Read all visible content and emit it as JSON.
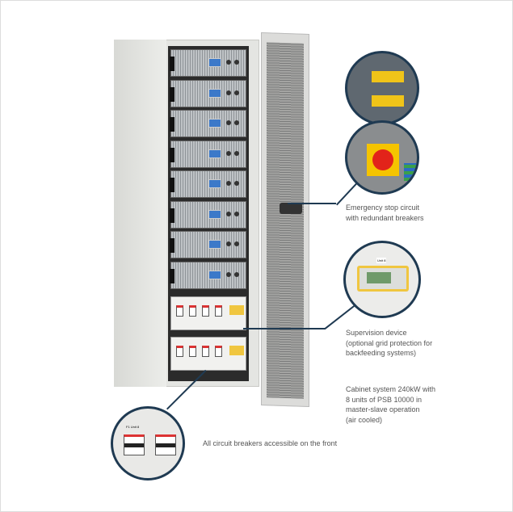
{
  "annotations": {
    "emergency": [
      "Emergency stop circuit",
      "with redundant breakers"
    ],
    "supervision": [
      "Supervision device",
      "(optional grid protection for",
      "backfeeding systems)"
    ],
    "cabinet": [
      "Cabinet system 240kW with",
      "8 units of PSB 10000 in",
      "master-slave operation",
      "(air cooled)"
    ],
    "breakers": "All circuit breakers accessible on the front"
  },
  "labels": {
    "breaker_tag": "F1 Unit 8",
    "supervision_tag": "Unit 8"
  },
  "colors": {
    "accent": "#1f3a52",
    "stop_button": "#e2231a",
    "stop_base": "#f5c400"
  }
}
